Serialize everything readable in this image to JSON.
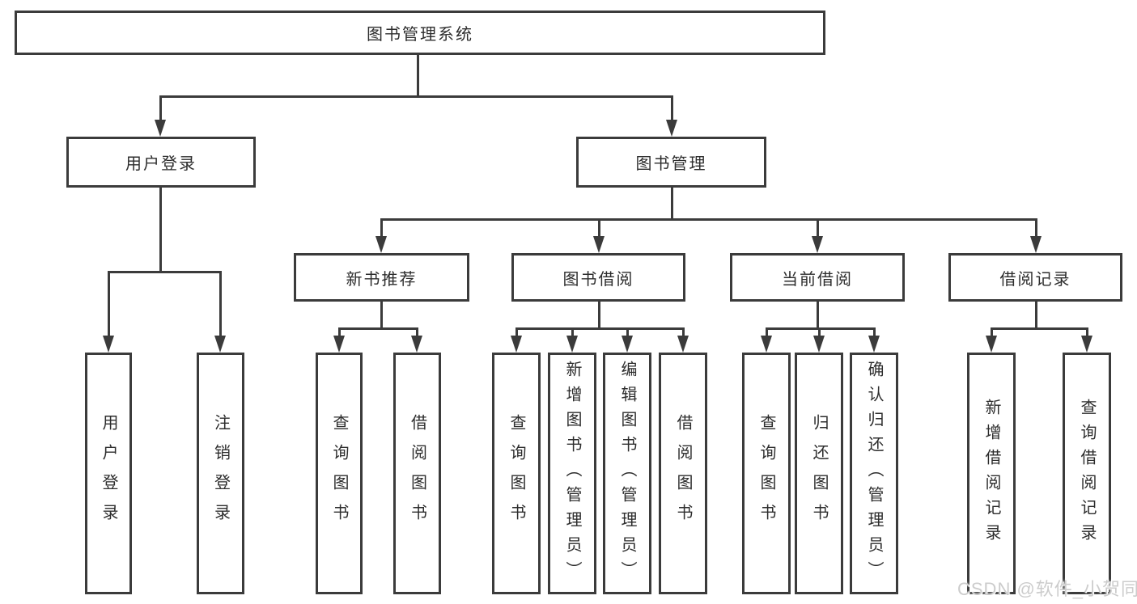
{
  "diagram": {
    "root": {
      "label": "图书管理系统"
    },
    "level2": {
      "user_login": {
        "label": "用户登录"
      },
      "book_mgmt": {
        "label": "图书管理"
      }
    },
    "level3": {
      "new_book_rec": {
        "label": "新书推荐"
      },
      "book_borrow": {
        "label": "图书借阅"
      },
      "current_borrow": {
        "label": "当前借阅"
      },
      "borrow_records": {
        "label": "借阅记录"
      }
    },
    "leaves": {
      "user_login_leaf": "用户登录",
      "logout": "注销登录",
      "nb_query": "查询图书",
      "nb_borrow": "借阅图书",
      "bb_query": "查询图书",
      "bb_add": "新增图书（管理员）",
      "bb_edit": "编辑图书（管理员）",
      "bb_borrow": "借阅图书",
      "cb_query": "查询图书",
      "cb_return": "归还图书",
      "cb_confirm": "确认归还（管理员）",
      "br_add": "新增借阅记录",
      "br_query": "查询借阅记录"
    }
  },
  "watermark": {
    "text": "CSDN @软件_小贺同学"
  },
  "colors": {
    "line": "#3b3b3b",
    "text": "#2d2d2d",
    "watermark": "#cccccc",
    "background": "#ffffff"
  }
}
